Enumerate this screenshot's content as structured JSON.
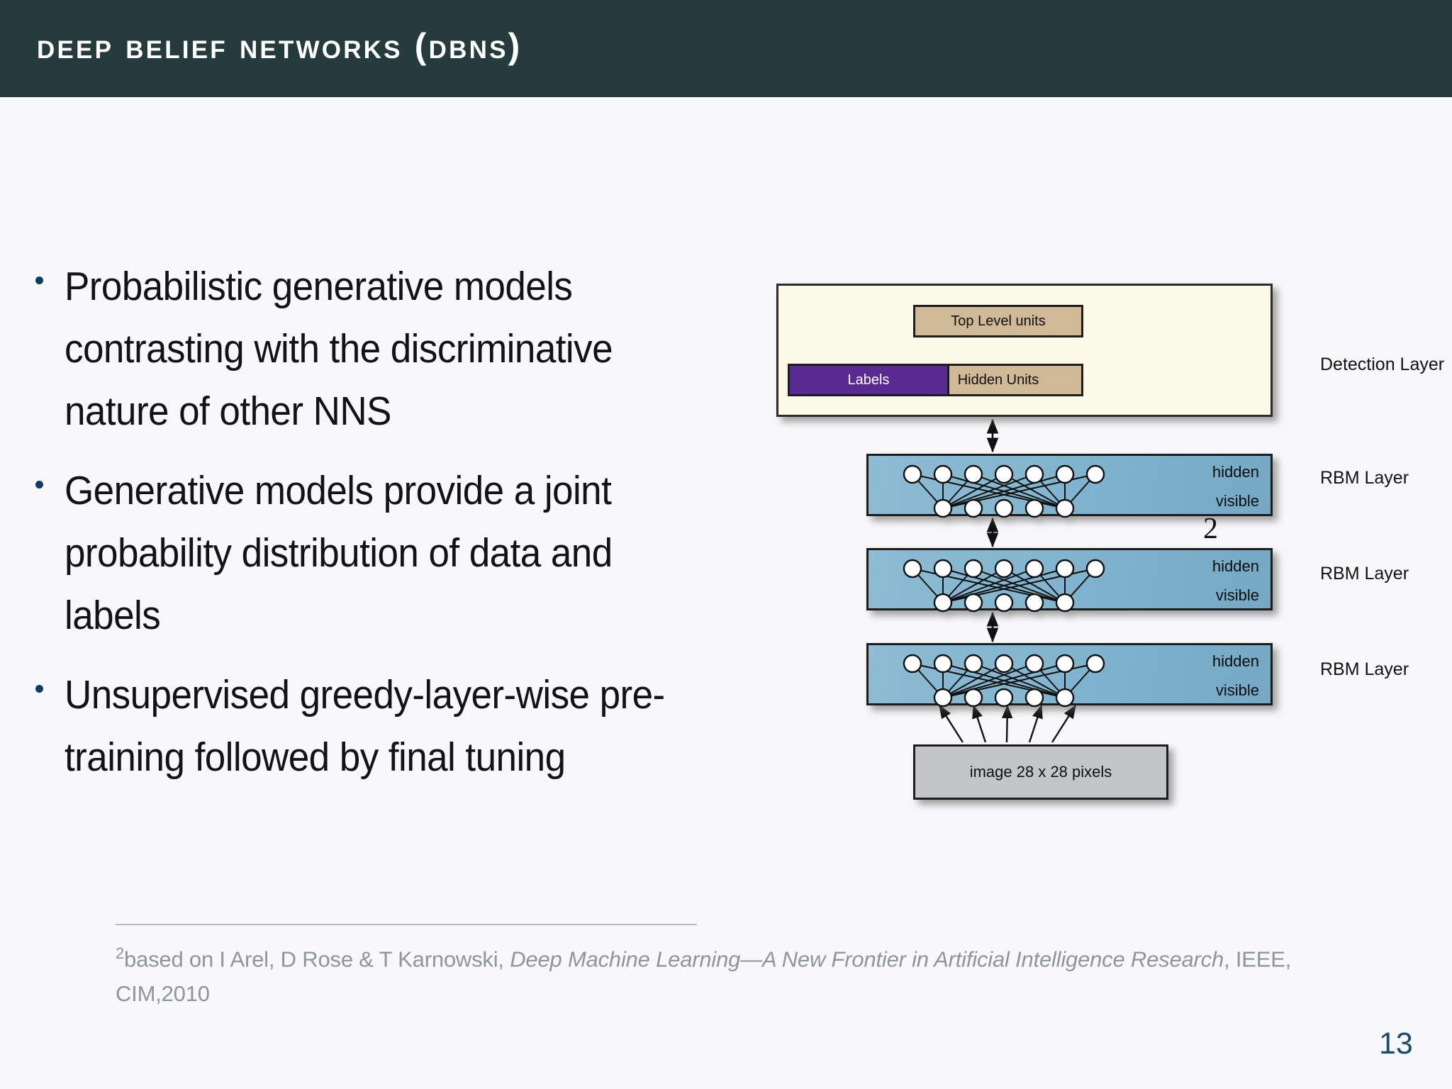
{
  "header": {
    "title": "Deep Belief Networks (DBNs)",
    "background_color": "#253b3d",
    "text_color": "#ffffff"
  },
  "slide": {
    "background_color": "#f8f8fa",
    "page_number": "13",
    "page_number_color": "#1a4a6e"
  },
  "bullets": [
    {
      "text": "Probabilistic generative models contrasting with the discriminative nature of other NNS"
    },
    {
      "text": "Generative models provide a joint probability distribution of data and labels"
    },
    {
      "text": "Unsupervised greedy-layer-wise pre-training followed by final tuning"
    }
  ],
  "bullet_marker_color": "#0f3c63",
  "diagram": {
    "detection_panel": {
      "background_color": "#fbf9e7",
      "top_level_units_label": "Top Level units",
      "hidden_units_label": "Hidden Units",
      "labels_box_label": "Labels",
      "tan_color": "#cfb996",
      "labels_color": "#5a2a93"
    },
    "rbm_layers": [
      {
        "hidden_label": "hidden",
        "visible_label": "visible"
      },
      {
        "hidden_label": "hidden",
        "visible_label": "visible"
      },
      {
        "hidden_label": "hidden",
        "visible_label": "visible"
      }
    ],
    "rbm_color": "#7fb3cd",
    "image_box_label": "image 28 x 28 pixels",
    "image_box_color": "#c2c6c9",
    "footnote_marker": "2",
    "side_annotations": [
      {
        "label": "Detection Layer"
      },
      {
        "label": "RBM Layer"
      },
      {
        "label": "RBM Layer"
      },
      {
        "label": "RBM Layer"
      }
    ],
    "node_counts": {
      "hidden": 7,
      "visible": 5
    }
  },
  "footnote": {
    "marker": "2",
    "text_before_italic": "based on I Arel, D Rose & T Karnowski, ",
    "italic_title": "Deep Machine Learning—A New Frontier in Artificial Intelligence Research",
    "text_after_italic": ", IEEE, CIM,2010",
    "color": "#8d969b"
  }
}
